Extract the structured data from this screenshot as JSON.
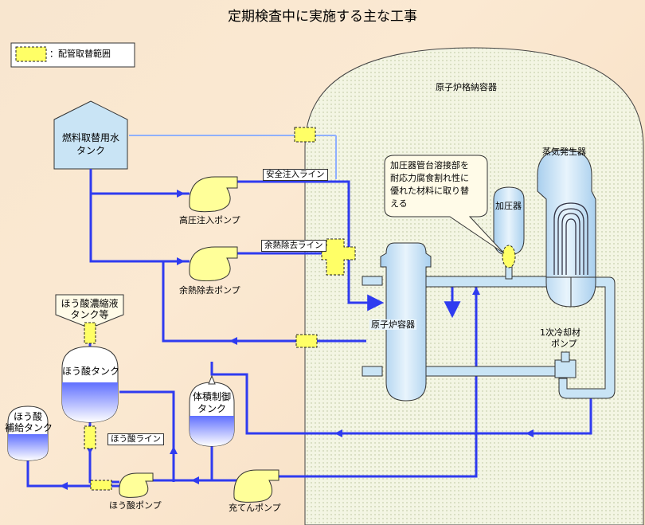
{
  "title": "定期検査中に実施する主な工事",
  "legend": {
    "label": "：配管取替範囲"
  },
  "labels": {
    "containment": "原子炉格納容器",
    "fuel_tank_line1": "燃料取替用水",
    "fuel_tank_line2": "タンク",
    "hp_pump": "高圧注入ポンプ",
    "rhr_pump": "余熱除去ポンプ",
    "safety_line": "安全注入ライン",
    "rhr_line": "余熱除去ライン",
    "boric_conc_line1": "ほう酸濃縮液",
    "boric_conc_line2": "タンク等",
    "boric_tank": "ほう酸タンク",
    "boric_makeup_line1": "ほう酸",
    "boric_makeup_line2": "補給タンク",
    "boric_line": "ほう酸ライン",
    "boric_pump": "ほう酸ポンプ",
    "vct_line1": "体積制御",
    "vct_line2": "タンク",
    "charging_pump": "充てんポンプ",
    "reactor_vessel": "原子炉容器",
    "pressurizer": "加圧器",
    "steam_generator": "蒸気発生器",
    "rcp_line1": "1次冷却材",
    "rcp_line2": "ポンプ",
    "callout_line1": "加圧器管台溶接部を",
    "callout_line2": "耐応力腐食割れ性に",
    "callout_line3": "優れた材料に取り替",
    "callout_line4": "える"
  },
  "colors": {
    "pipe": "#2f3bf0",
    "pipe_light": "#8fb0ff",
    "vessel": "#c9e4f5",
    "replace": "#ffff66",
    "containment": "#f1f4df"
  }
}
